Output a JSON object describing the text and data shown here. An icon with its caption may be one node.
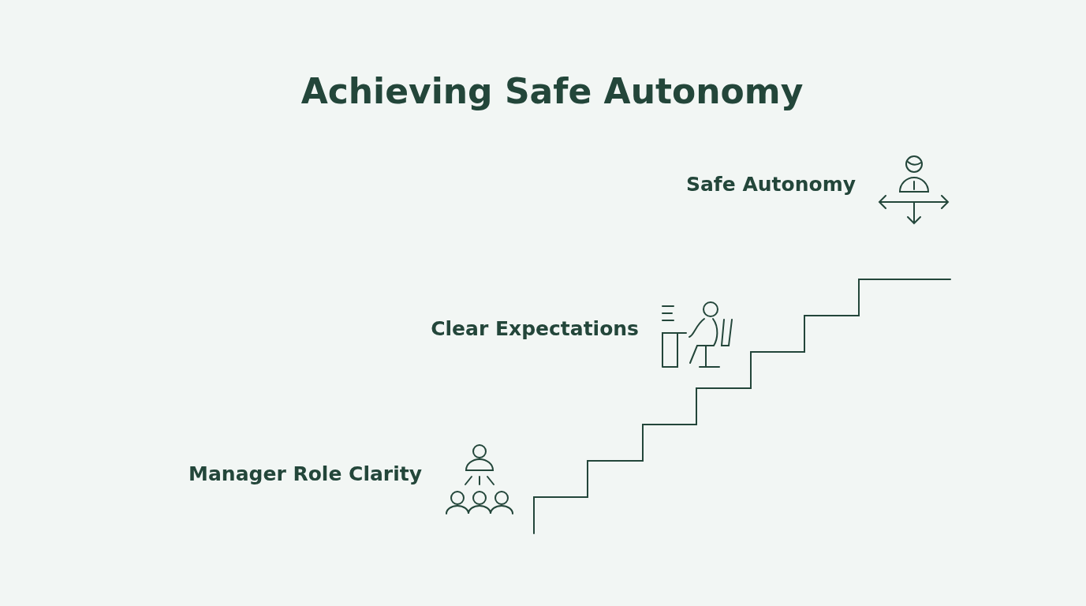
{
  "diagram": {
    "title": "Achieving Safe Autonomy",
    "labels": [
      "Safe Autonomy",
      "Clear Expectations",
      "Manager Role Clarity"
    ]
  }
}
